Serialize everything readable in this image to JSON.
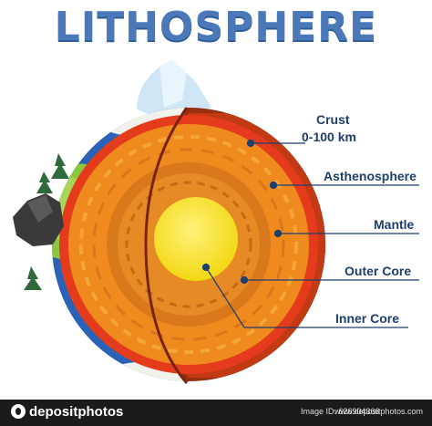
{
  "title": "LITHOSPHERE",
  "labels": {
    "crust_line1": "Crust",
    "crust_line2": "0-100 km",
    "asthenosphere": "Asthenosphere",
    "mantle": "Mantle",
    "outer_core": "Outer Core",
    "inner_core": "Inner Core"
  },
  "footer": {
    "brand": "depositphotos",
    "image_id": "Image ID: 626904366",
    "site": "www.depositphotos.com"
  },
  "colors": {
    "title": "#4a78b8",
    "ocean": "#2a62b8",
    "land": "#8cc63f",
    "crust": "#9a2f12",
    "asthenosphere": "#e53b1d",
    "mantle": "#ef8a1e",
    "outer_core": "#d9791c",
    "inner_core": "#f6e21c",
    "label_text": "#1f3f6e"
  },
  "icons": [
    "glacier-icon",
    "pine-tree-icon",
    "rock-icon"
  ]
}
